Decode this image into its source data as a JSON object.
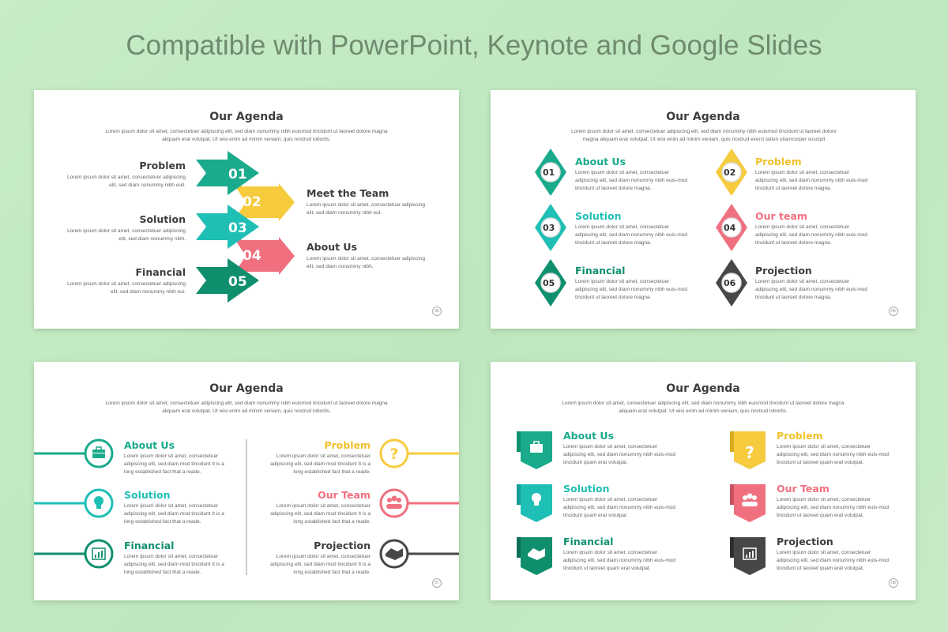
{
  "headline": "Compatible with PowerPoint, Keynote and Google Slides",
  "colors": {
    "green": "#1aaa8c",
    "teal": "#1fbfb5",
    "dark_green": "#0f8f6e",
    "yellow": "#f6cb3e",
    "pink": "#f0707f",
    "dark_gray": "#474747"
  },
  "slide1": {
    "title": "Our Agenda",
    "sub": "Lorem ipsum dolor sit amet, consectetuer adipiscing elit, sed diam nonummy nibh euismod tincidunt ut laoreet dolore magna aliquam erat volutpat. Ut wisi enim ad minim veniam, quis nostrud  lobortis.",
    "page": "05",
    "items": [
      {
        "num": "01",
        "label": "Problem",
        "desc": "Lorem ipsum dolor sit amet, consectetuer adipiscing elit, sed diam nonummy nibh euit."
      },
      {
        "num": "02",
        "label": "Meet the Team",
        "desc": "Lorem ipsum dolor sit amet, consectetuer adipiscing elit, sed diam nonummy nibh eul."
      },
      {
        "num": "03",
        "label": "Solution",
        "desc": "Lorem ipsum dolor sit amet, consectetuer adipiscing elit, sed diam nonummy nibh."
      },
      {
        "num": "04",
        "label": "About Us",
        "desc": "Lorem ipsum dolor sit amet, consectetuer adipiscing elit, sed diam nonummy nibh."
      },
      {
        "num": "05",
        "label": "Financial",
        "desc": "Lorem ipsum dolor sit amet, consectetuer adipiscing elit, sed diam nonummy nibh eui."
      }
    ]
  },
  "slide2": {
    "title": "Our Agenda",
    "sub": "Lorem ipsum dolor sit amet, consectetuer adipiscing elit, sed diam nonummy nibh euismod tincidunt ut laoreet dolore magna aliquam erat volutpat. Ut wisi enim ad minim veniam, quis nostrud exerci tation ullamcorper suscipit",
    "page": "06",
    "items": [
      {
        "num": "01",
        "label": "About Us",
        "desc": "Lorem ipsum dolor sit amet, consectetuer adipiscing elit, sed diam nonummy nibh euis-mod tincidunt ut laoreet dolore magna."
      },
      {
        "num": "02",
        "label": "Problem",
        "desc": "Lorem ipsum dolor sit amet, consectetuer adipiscing elit, sed diam nonummy nibh euis-mod tincidunt ut laoreet dolore magna."
      },
      {
        "num": "03",
        "label": "Solution",
        "desc": "Lorem ipsum dolor sit amet, consectetuer adipiscing elit, sed diam nonummy nibh euis-mod tincidunt ut laoreet dolore magna."
      },
      {
        "num": "04",
        "label": "Our team",
        "desc": "Lorem ipsum dolor sit amet, consectetuer adipiscing elit, sed diam nonummy nibh euis-mod tincidunt ut laoreet dolore magna."
      },
      {
        "num": "05",
        "label": "Financial",
        "desc": "Lorem ipsum dolor sit amet, consectetuer adipiscing elit, sed diam nonummy nibh euis-mod tincidunt ut laoreet dolore magna"
      },
      {
        "num": "06",
        "label": "Projection",
        "desc": "Lorem ipsum dolor sit amet, consectetuer adipiscing elit, sed diam nonummy nibh euis-mod tincidunt ut laoreet dolore magna."
      }
    ]
  },
  "slide3": {
    "title": "Our Agenda",
    "sub": "Lorem ipsum dolor sit amet, consectetuer adipiscing elit, sed diam nonummy nibh euismod tincidunt ut laoreet dolore magna aliquam erat volutpat. Ut wisi enim ad minim veniam, quis nostrud lobortis.",
    "page": "07",
    "items": [
      {
        "label": "About Us",
        "icon": "briefcase-icon",
        "desc": "Lorem ipsum dolor sit amet, consectetuer adipiscing elit, sed diam mod tincidunt It is a long established fact that a reade."
      },
      {
        "label": "Problem",
        "icon": "question-icon",
        "desc": "Lorem ipsum dolor sit amet, consectetuer adipiscing elit, sed diam mod tincidunt It is a long established fact that a reade."
      },
      {
        "label": "Solution",
        "icon": "lightbulb-icon",
        "desc": "Lorem ipsum dolor sit amet, consectetuer adipiscing elit, sed diam mod tincidunt It is a long established fact that a reade."
      },
      {
        "label": "Our Team",
        "icon": "team-icon",
        "desc": "Lorem ipsum dolor sit amet, consectetuer adipiscing elit, sed diam mod tincidunt It is a long established fact that a reade."
      },
      {
        "label": "Financial",
        "icon": "chart-icon",
        "desc": "Lorem ipsum dolor sit amet, consectetuer adipiscing elit, sed diam mod tincidunt It is a long established fact that a reade."
      },
      {
        "label": "Projection",
        "icon": "handshake-icon",
        "desc": "Lorem ipsum dolor sit amet, consectetuer adipiscing elit, sed diam mod tincidunt It is a long established fact that a reade."
      }
    ]
  },
  "slide4": {
    "title": "Our Agenda",
    "sub": "Lorem ipsum dolor sit amet, consectetuer adipiscing elit, sed diam nonummy nibh euismod tincidunt ut laoreet dolore magna aliquam erat volutpat. Ut wisi enim ad minim veniam, quis nostrud lobortis.",
    "page": "08",
    "items": [
      {
        "label": "About Us",
        "icon": "briefcase-icon",
        "desc": "Lorem ipsum dolor sit amet, consectetuer adipiscing elit, sed diam nonummy nibh euis-mod tincidunt  quam erat volutpat."
      },
      {
        "label": "Problem",
        "icon": "question-icon",
        "desc": "Lorem ipsum dolor sit amet, consectetuer adipiscing elit, sed diam nonummy nibh euis-mod tincidunt ut laoreet quam erat volutpat."
      },
      {
        "label": "Solution",
        "icon": "lightbulb-icon",
        "desc": "Lorem ipsum dolor sit amet, consectetuer adipiscing elit, sed diam nonummy nibh euis-mod tincidunt  quam erat volutpat."
      },
      {
        "label": "Our Team",
        "icon": "team-icon",
        "desc": "Lorem ipsum dolor sit amet, consectetuer adipiscing elit, sed diam nonummy nibh euis-mod tincidunt ut laoreet  quam erat volutpat."
      },
      {
        "label": "Financial",
        "icon": "handshake-icon",
        "desc": "Lorem ipsum dolor sit amet, consectetuer adipiscing elit, sed diam nonummy nibh euis-mod tincidunt ut laoreet quam erat volutpat."
      },
      {
        "label": "Projection",
        "icon": "chart-icon",
        "desc": "Lorem ipsum dolor sit amet, consectetuer adipiscing elit, sed diam nonummy nibh euis-mod tincidunt ut laoreet quam erat volutpat."
      }
    ]
  }
}
